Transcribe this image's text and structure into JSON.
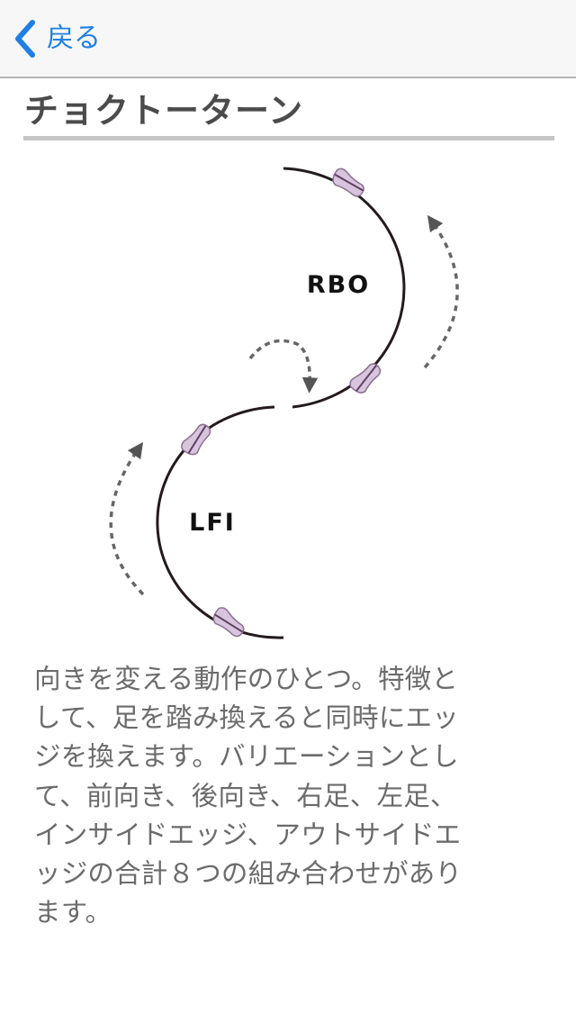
{
  "navbar": {
    "back_label": "戻る",
    "back_icon": "chevron-left-icon",
    "accent_color": "#1f7fe2"
  },
  "page": {
    "title": "チョクトーターン"
  },
  "diagram": {
    "upper_curve_label": "RBO",
    "lower_curve_label": "LFI",
    "icons": [
      "skate-blade-icon",
      "dashed-arrow-icon"
    ],
    "blade_color": "#d9c4de"
  },
  "description": {
    "lines": [
      "向きを変える動作のひとつ。特徴と",
      "して、足を踏み換えると同時にエッ",
      "ジを換えます。バリエーションとし",
      "て、前向き、後向き、右足、左足、",
      "インサイドエッジ、アウトサイドエ",
      "ッジの合計８つの組み合わせがあり",
      "ます。"
    ]
  }
}
